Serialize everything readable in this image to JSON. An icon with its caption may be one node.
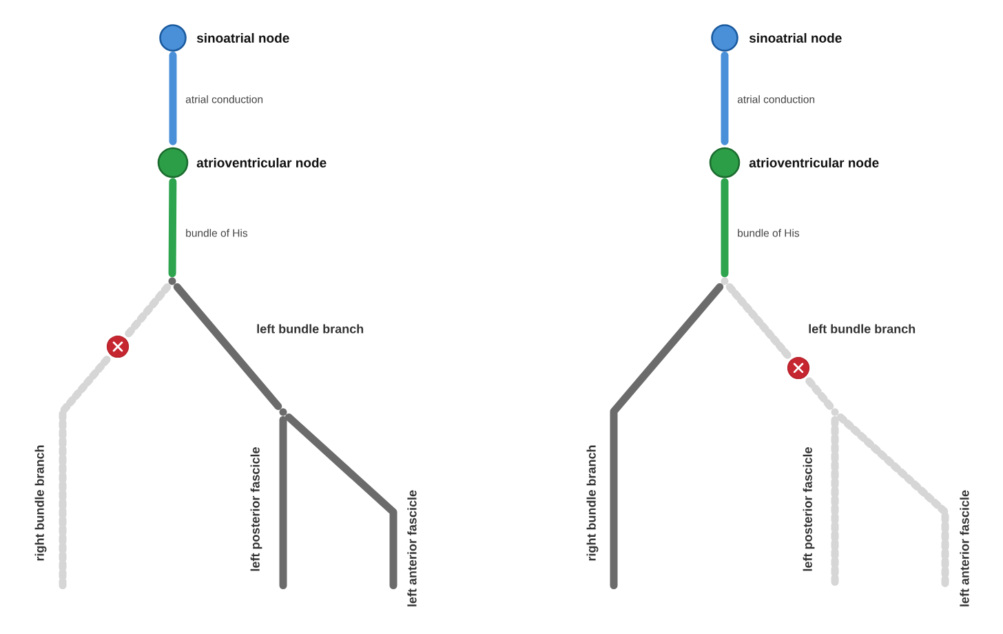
{
  "diagram": {
    "nodes": [
      {
        "text": [],
        "shape": "circle",
        "beside": [
          "sinoatrial node"
        ]
      },
      {
        "text": [],
        "shape": "circle",
        "beside": [
          "atrioventricular node"
        ]
      },
      {
        "text": [],
        "shape": "dot"
      },
      {
        "text": [],
        "shape": "circle"
      },
      {
        "text": [],
        "shape": "dot"
      },
      {
        "text": [],
        "shape": "circle",
        "beside": [
          "sinoatrial node"
        ]
      },
      {
        "text": [],
        "shape": "circle",
        "beside": [
          "atrioventricular node"
        ]
      },
      {
        "text": [],
        "shape": "dot"
      },
      {
        "text": [],
        "shape": "circle"
      },
      {
        "text": [],
        "shape": "dot"
      }
    ],
    "edges": [
      {
        "from": 0,
        "to": 1,
        "arrow": "none",
        "label": "atrial conduction",
        "color": "#4a90d9"
      },
      {
        "from": 1,
        "to": 2,
        "arrow": "none",
        "label": "bundle of His",
        "color": "#2ea44f"
      },
      {
        "from": 2,
        "to": 3,
        "arrow": "none",
        "style": "dashed",
        "color": "#d6d6d6"
      },
      {
        "from": 3,
        "to": null,
        "arrow": "none",
        "label": "right bundle branch",
        "style": "dashed",
        "color": "#d6d6d6"
      },
      {
        "from": 2,
        "to": 4,
        "arrow": "none",
        "label": "left bundle branch",
        "color": "#6b6b6b"
      },
      {
        "from": 4,
        "to": null,
        "arrow": "none",
        "label": "left posterior fascicle",
        "color": "#6b6b6b"
      },
      {
        "from": 4,
        "to": null,
        "arrow": "none",
        "label": "left anterior fascicle",
        "color": "#6b6b6b"
      },
      {
        "from": 5,
        "to": 6,
        "arrow": "none",
        "label": "atrial conduction",
        "color": "#4a90d9"
      },
      {
        "from": 6,
        "to": 7,
        "arrow": "none",
        "label": "bundle of His",
        "color": "#2ea44f"
      },
      {
        "from": 7,
        "to": null,
        "arrow": "none",
        "label": "right bundle branch",
        "color": "#6b6b6b"
      },
      {
        "from": 7,
        "to": 8,
        "arrow": "none",
        "label": "left bundle branch",
        "style": "dashed",
        "color": "#d6d6d6"
      },
      {
        "from": 8,
        "to": 9,
        "arrow": "none",
        "style": "dashed",
        "color": "#d6d6d6"
      },
      {
        "from": 9,
        "to": null,
        "arrow": "none",
        "label": "left posterior fascicle",
        "style": "dashed",
        "color": "#d6d6d6"
      },
      {
        "from": 9,
        "to": null,
        "arrow": "none",
        "label": "left anterior fascicle",
        "style": "dashed",
        "color": "#d6d6d6"
      }
    ]
  }
}
